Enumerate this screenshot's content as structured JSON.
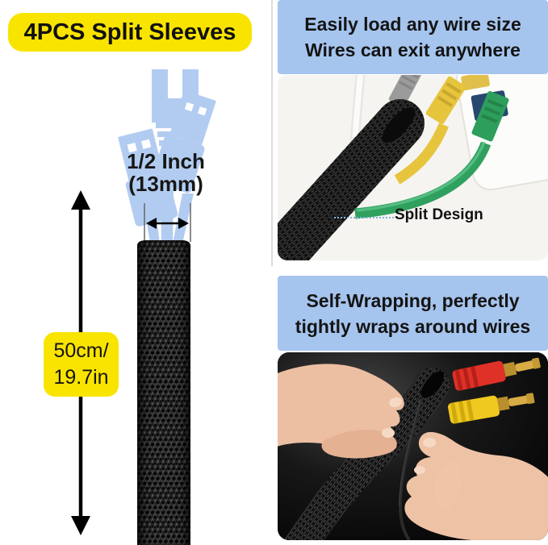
{
  "banner": {
    "label": "4PCS Split Sleeves"
  },
  "left_panel": {
    "width_callout": {
      "line1": "1/2 Inch",
      "line2": "(13mm)"
    },
    "length_callout": {
      "line1": "50cm/",
      "line2": "19.7in"
    }
  },
  "right_panel": {
    "feature1": {
      "line1": "Easily load any wire size",
      "line2": "Wires can exit anywhere"
    },
    "feature2": {
      "line1": "Self-Wrapping, perfectly",
      "line2": "tightly wraps around wires"
    },
    "photo1_annotation": "Split Design"
  },
  "icons": {
    "ethernet_icon": "rj45-connector",
    "usb_icon_left": "usb-a-connector",
    "usb_icon_right": "usb-a-connector",
    "width_arrow": "double-headed-horizontal-arrow",
    "length_arrow": "double-headed-vertical-arrow"
  },
  "colors": {
    "banner_yellow": "#F9E400",
    "feature_blue": "#A6C5EE",
    "icon_blue": "#B2CCF1",
    "photo1_bg": "#F6F4F1",
    "photo2_bg": "#101010",
    "wire_green": "#2FA05E",
    "wire_yellow": "#E6C43C",
    "wire_gray": "#9B9B9B",
    "rca_red": "#DF3128",
    "rca_yellow": "#EFC91F",
    "rca_gold": "#D8AD46"
  }
}
